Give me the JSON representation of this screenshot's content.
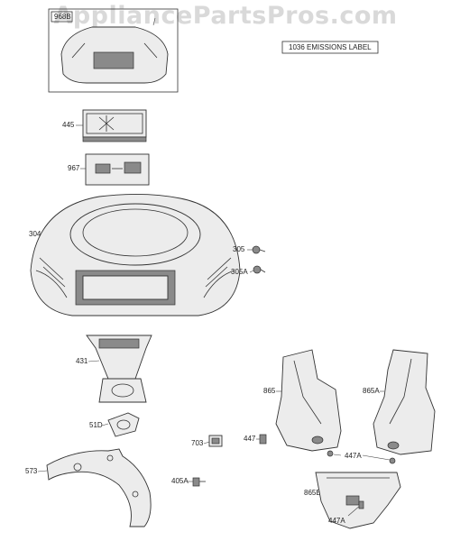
{
  "watermark": "AppliancePartsPros.com",
  "emissions_label": "1036 EMISSIONS LABEL",
  "parts": {
    "p968B": "968B",
    "p445": "445",
    "p967": "967",
    "p304": "304",
    "p305": "305",
    "p305A": "305A",
    "p431": "431",
    "p51D": "51D",
    "p573": "573",
    "p405A": "405A",
    "p703": "703",
    "p447": "447",
    "p865": "865",
    "p865A": "865A",
    "p447A_top": "447A",
    "p865B": "865B",
    "p447A_bottom": "447A"
  }
}
